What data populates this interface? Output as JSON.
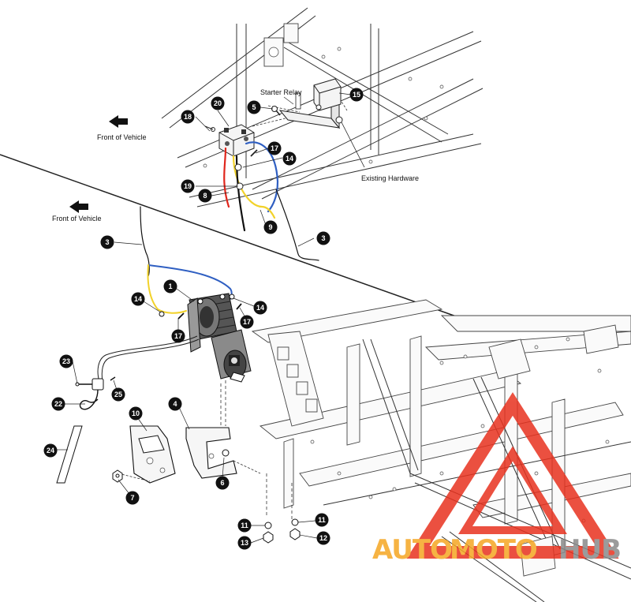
{
  "labels": {
    "front_top": "Front of Vehicle",
    "front_mid": "Front of Vehicle",
    "starter_relay": "Starter Relay",
    "existing_hardware": "Existing Hardware"
  },
  "callouts": [
    {
      "id": "c20",
      "num": "20"
    },
    {
      "id": "c18",
      "num": "18"
    },
    {
      "id": "c5",
      "num": "5"
    },
    {
      "id": "c15",
      "num": "15"
    },
    {
      "id": "c17a",
      "num": "17"
    },
    {
      "id": "c14a",
      "num": "14"
    },
    {
      "id": "c19",
      "num": "19"
    },
    {
      "id": "c8",
      "num": "8"
    },
    {
      "id": "c9",
      "num": "9"
    },
    {
      "id": "c3a",
      "num": "3"
    },
    {
      "id": "c3b",
      "num": "3"
    },
    {
      "id": "c1",
      "num": "1"
    },
    {
      "id": "c14b",
      "num": "14"
    },
    {
      "id": "c14c",
      "num": "14"
    },
    {
      "id": "c17b",
      "num": "17"
    },
    {
      "id": "c17c",
      "num": "17"
    },
    {
      "id": "c23",
      "num": "23"
    },
    {
      "id": "c25",
      "num": "25"
    },
    {
      "id": "c22",
      "num": "22"
    },
    {
      "id": "c24",
      "num": "24"
    },
    {
      "id": "c10",
      "num": "10"
    },
    {
      "id": "c4",
      "num": "4"
    },
    {
      "id": "c6",
      "num": "6"
    },
    {
      "id": "c7",
      "num": "7"
    },
    {
      "id": "c11a",
      "num": "11"
    },
    {
      "id": "c11b",
      "num": "11"
    },
    {
      "id": "c13",
      "num": "13"
    },
    {
      "id": "c12",
      "num": "12"
    }
  ],
  "watermark": {
    "part1": "AUTO",
    "part2": "MOTO",
    "part3": "HUB",
    "color_orange": "#f5a623",
    "color_red": "#e8321f",
    "color_gray": "#8a8a8a"
  },
  "wire_colors": {
    "red": "#e0261c",
    "blue": "#2f5fc2",
    "yellow": "#f2d22a",
    "black": "#111111"
  }
}
